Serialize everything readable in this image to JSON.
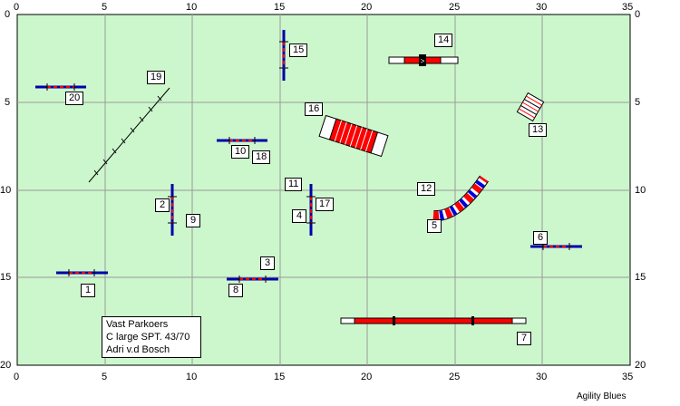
{
  "diagram": {
    "axis_x_ticks": [
      "0",
      "5",
      "10",
      "15",
      "20",
      "25",
      "30",
      "35"
    ],
    "axis_y_ticks": [
      "0",
      "5",
      "10",
      "15",
      "20"
    ],
    "info_lines": [
      "Vast Parkoers",
      "C large SPT. 43/70",
      "Adri v.d Bosch"
    ],
    "credit": "Agility Blues",
    "obstacle_numbers": [
      "1",
      "2",
      "3",
      "4",
      "5",
      "6",
      "7",
      "8",
      "9",
      "10",
      "11",
      "12",
      "13",
      "14",
      "15",
      "16",
      "17",
      "18",
      "19",
      "20"
    ],
    "colors": {
      "field": "#ccf7cc",
      "grid": "#999999",
      "stand": "#0000aa",
      "tunnel": "#ff0000"
    }
  }
}
